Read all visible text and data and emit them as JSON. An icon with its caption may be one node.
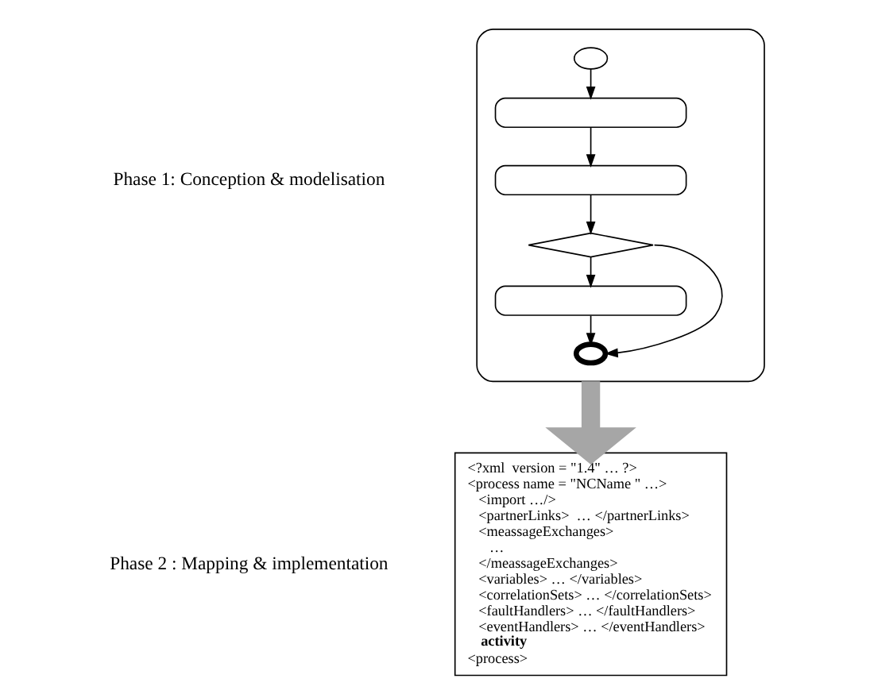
{
  "diagram": {
    "nodes": [
      {
        "text": [],
        "shape": "box"
      },
      {
        "text": [],
        "shape": "circle",
        "in": 0
      },
      {
        "text": [],
        "shape": "box",
        "in": 0
      },
      {
        "text": [],
        "shape": "box",
        "in": 0
      },
      {
        "text": [],
        "shape": "diamond",
        "in": 0
      },
      {
        "text": [],
        "shape": "box",
        "in": 0
      },
      {
        "text": [],
        "shape": "circle",
        "in": 0
      },
      {
        "text": [
          "<?xml  version = \"1.4\" … ?>",
          "<process name = \"NCName \" …>",
          "<import …/>",
          "<partnerLinks>  … </partnerLinks>",
          "<meassageExchanges>",
          "…",
          "</meassageExchanges>",
          "<variables> … </variables>",
          "<correlationSets> … </correlationSets>",
          "<faultHandlers> … </faultHandlers>",
          "<eventHandlers> … </eventHandlers>",
          "activity",
          "<process>"
        ]
      }
    ],
    "edges": [
      {
        "from": 1,
        "to": 2,
        "arrow": "to"
      },
      {
        "from": 2,
        "to": 3,
        "arrow": "to"
      },
      {
        "from": 3,
        "to": 4,
        "arrow": "to"
      },
      {
        "from": 4,
        "to": 5,
        "arrow": "to"
      },
      {
        "from": 5,
        "to": 6,
        "arrow": "to"
      },
      {
        "from": 4,
        "to": 6,
        "arrow": "to"
      },
      {
        "from": 0,
        "to": 7,
        "arrow": "to",
        "style": "thick",
        "color": "#a6a6a6"
      }
    ],
    "labels": [
      "Phase 1: Conception & modelisation",
      "Phase 2 : Mapping & implementation"
    ]
  }
}
